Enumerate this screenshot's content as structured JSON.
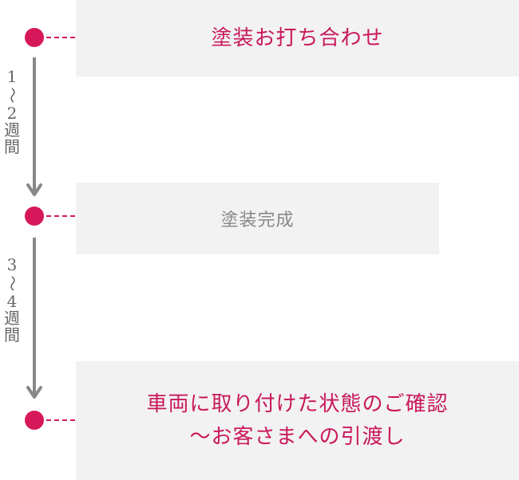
{
  "steps": [
    {
      "label": "塗装お打ち合わせ"
    },
    {
      "label": "塗装完成"
    },
    {
      "label_lines": [
        "車両に取り付けた状態のご確認",
        "～お客さまへの引渡し"
      ]
    }
  ],
  "durations": [
    {
      "chars": [
        "1",
        "～",
        "2",
        "週",
        "間"
      ]
    },
    {
      "chars": [
        "3",
        "～",
        "4",
        "週",
        "間"
      ]
    }
  ],
  "colors": {
    "accent": "#d6185a",
    "emphasis_text": "#c9185b",
    "muted_text": "#888888",
    "box_bg": "#f2f2f2",
    "arrow": "#888888"
  }
}
